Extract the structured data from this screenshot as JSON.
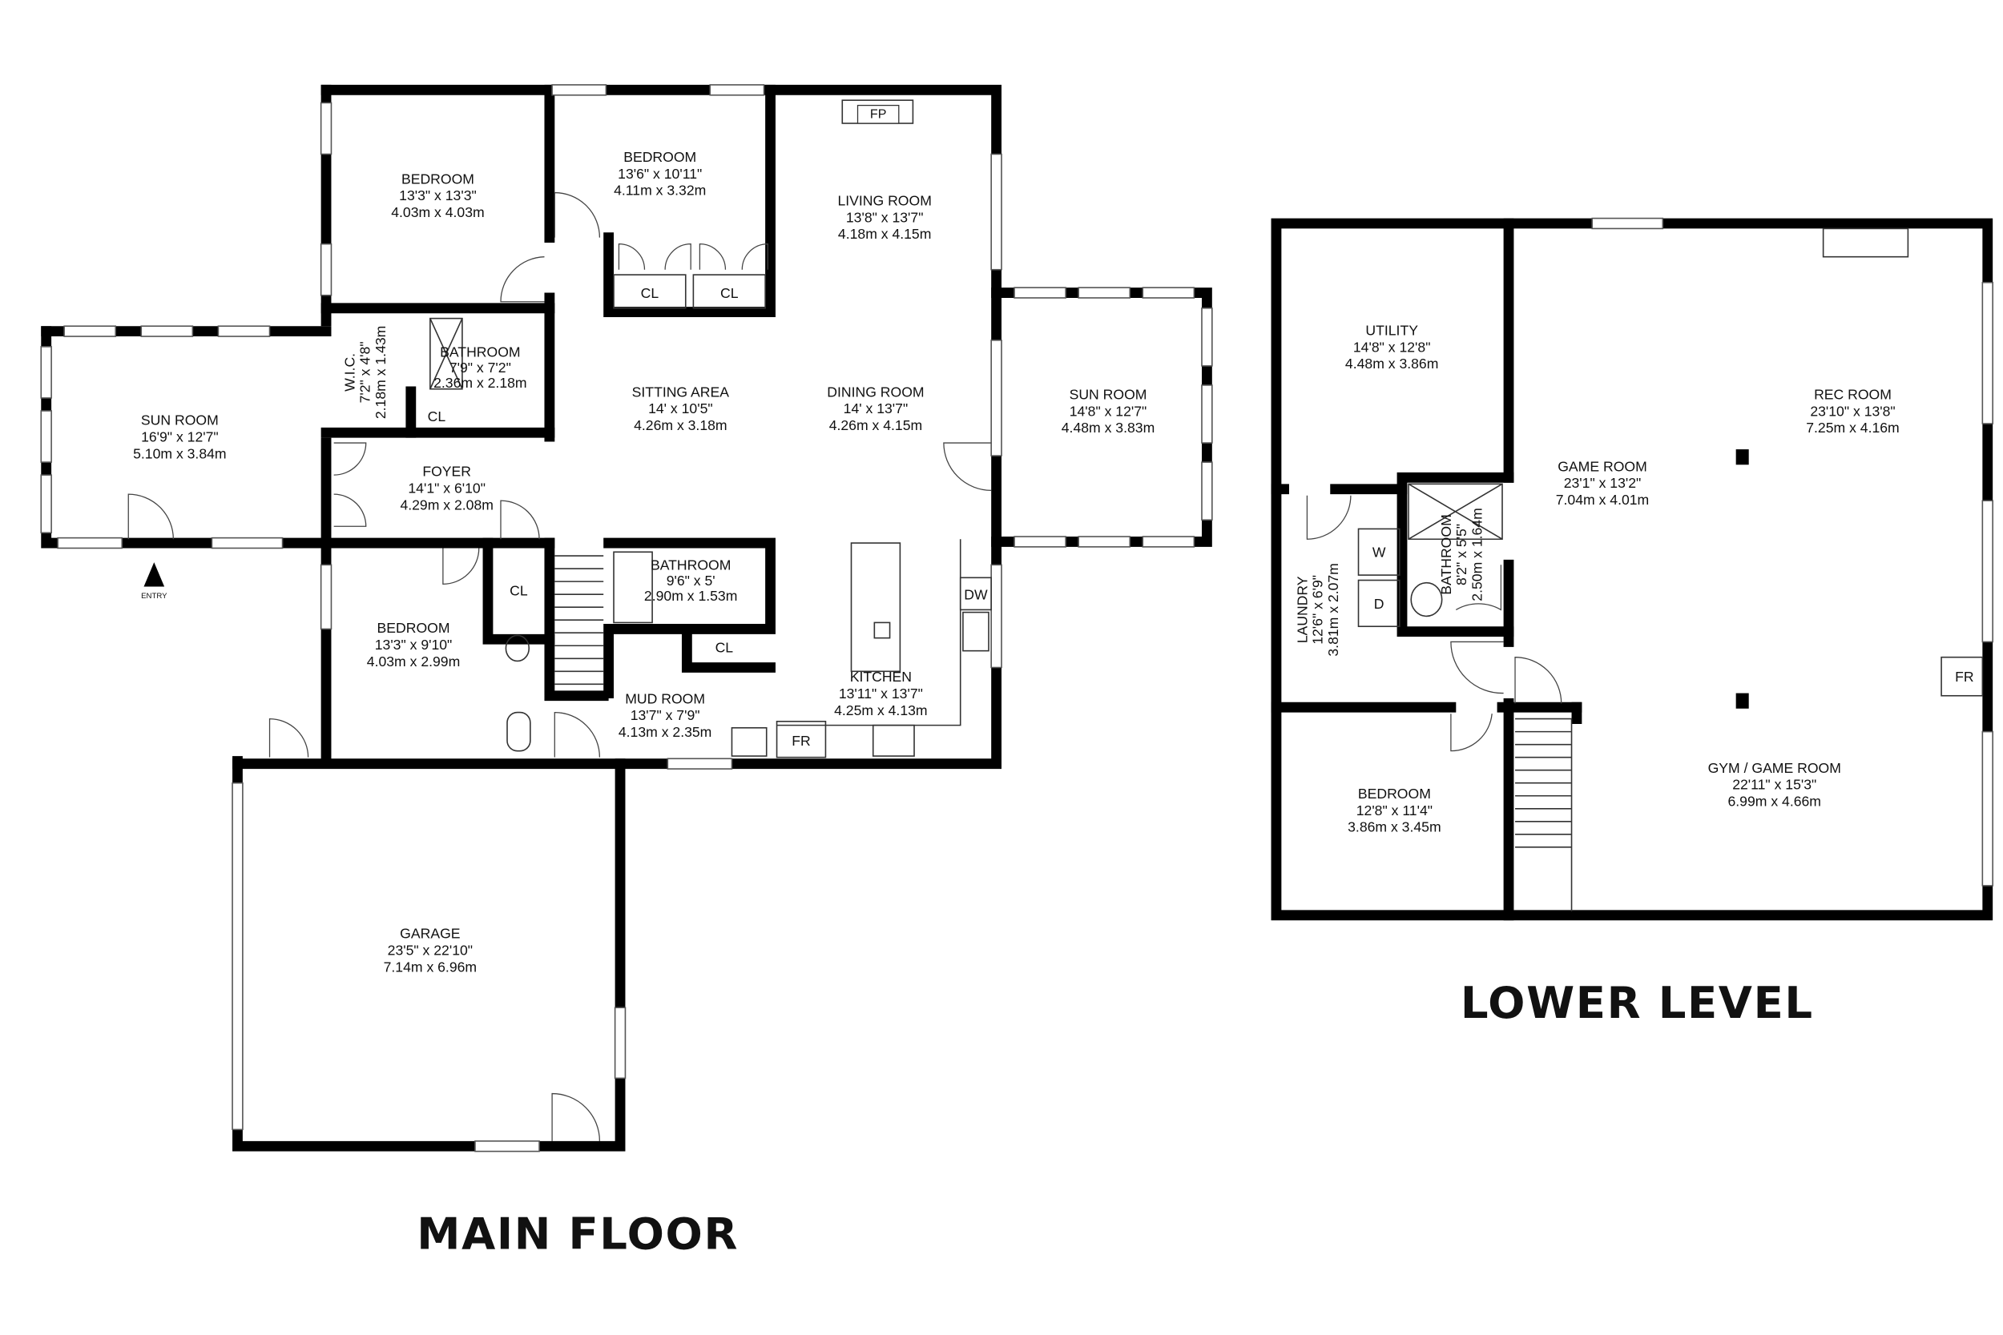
{
  "main_floor": {
    "title": "MAIN FLOOR",
    "entry_label": "ENTRY",
    "rooms": [
      {
        "name": "BEDROOM",
        "imperial": "13'3\" x 13'3\"",
        "metric": "4.03m x 4.03m"
      },
      {
        "name": "BEDROOM",
        "imperial": "13'6\" x 10'11\"",
        "metric": "4.11m x 3.32m"
      },
      {
        "name": "LIVING ROOM",
        "imperial": "13'8\" x 13'7\"",
        "metric": "4.18m x 4.15m"
      },
      {
        "name": "W.I.C.",
        "imperial": "7'2\" x 4'8\"",
        "metric": "2.18m x 1.43m"
      },
      {
        "name": "BATHROOM",
        "imperial": "7'9\" x 7'2\"",
        "metric": "2.36m x 2.18m"
      },
      {
        "name": "SITTING AREA",
        "imperial": "14' x 10'5\"",
        "metric": "4.26m x 3.18m"
      },
      {
        "name": "DINING ROOM",
        "imperial": "14' x 13'7\"",
        "metric": "4.26m x 4.15m"
      },
      {
        "name": "SUN ROOM",
        "imperial": "16'9\" x 12'7\"",
        "metric": "5.10m x 3.84m"
      },
      {
        "name": "SUN ROOM",
        "imperial": "14'8\" x 12'7\"",
        "metric": "4.48m x 3.83m"
      },
      {
        "name": "FOYER",
        "imperial": "14'1\" x 6'10\"",
        "metric": "4.29m x 2.08m"
      },
      {
        "name": "BATHROOM",
        "imperial": "9'6\" x 5'",
        "metric": "2.90m x 1.53m"
      },
      {
        "name": "BEDROOM",
        "imperial": "13'3\" x 9'10\"",
        "metric": "4.03m x 2.99m"
      },
      {
        "name": "MUD ROOM",
        "imperial": "13'7\" x 7'9\"",
        "metric": "4.13m x 2.35m"
      },
      {
        "name": "KITCHEN",
        "imperial": "13'11\" x 13'7\"",
        "metric": "4.25m x 4.13m"
      },
      {
        "name": "GARAGE",
        "imperial": "23'5\" x 22'10\"",
        "metric": "7.14m x 6.96m"
      }
    ],
    "fixtures": {
      "fp": "FP",
      "cl": "CL",
      "dw": "DW",
      "fr": "FR"
    }
  },
  "lower_level": {
    "title": "LOWER LEVEL",
    "rooms": [
      {
        "name": "UTILITY",
        "imperial": "14'8\" x 12'8\"",
        "metric": "4.48m x 3.86m"
      },
      {
        "name": "REC ROOM",
        "imperial": "23'10\" x 13'8\"",
        "metric": "7.25m x 4.16m"
      },
      {
        "name": "GAME ROOM",
        "imperial": "23'1\" x 13'2\"",
        "metric": "7.04m x 4.01m"
      },
      {
        "name": "LAUNDRY",
        "imperial": "12'6\" x 6'9\"",
        "metric": "3.81m x 2.07m"
      },
      {
        "name": "BATHROOM",
        "imperial": "8'2\" x 5'5\"",
        "metric": "2.50m x 1.64m"
      },
      {
        "name": "BEDROOM",
        "imperial": "12'8\" x 11'4\"",
        "metric": "3.86m x 3.45m"
      },
      {
        "name": "GYM / GAME ROOM",
        "imperial": "22'11\" x 15'3\"",
        "metric": "6.99m x 4.66m"
      }
    ],
    "fixtures": {
      "w": "W",
      "d": "D",
      "fr": "FR"
    }
  }
}
